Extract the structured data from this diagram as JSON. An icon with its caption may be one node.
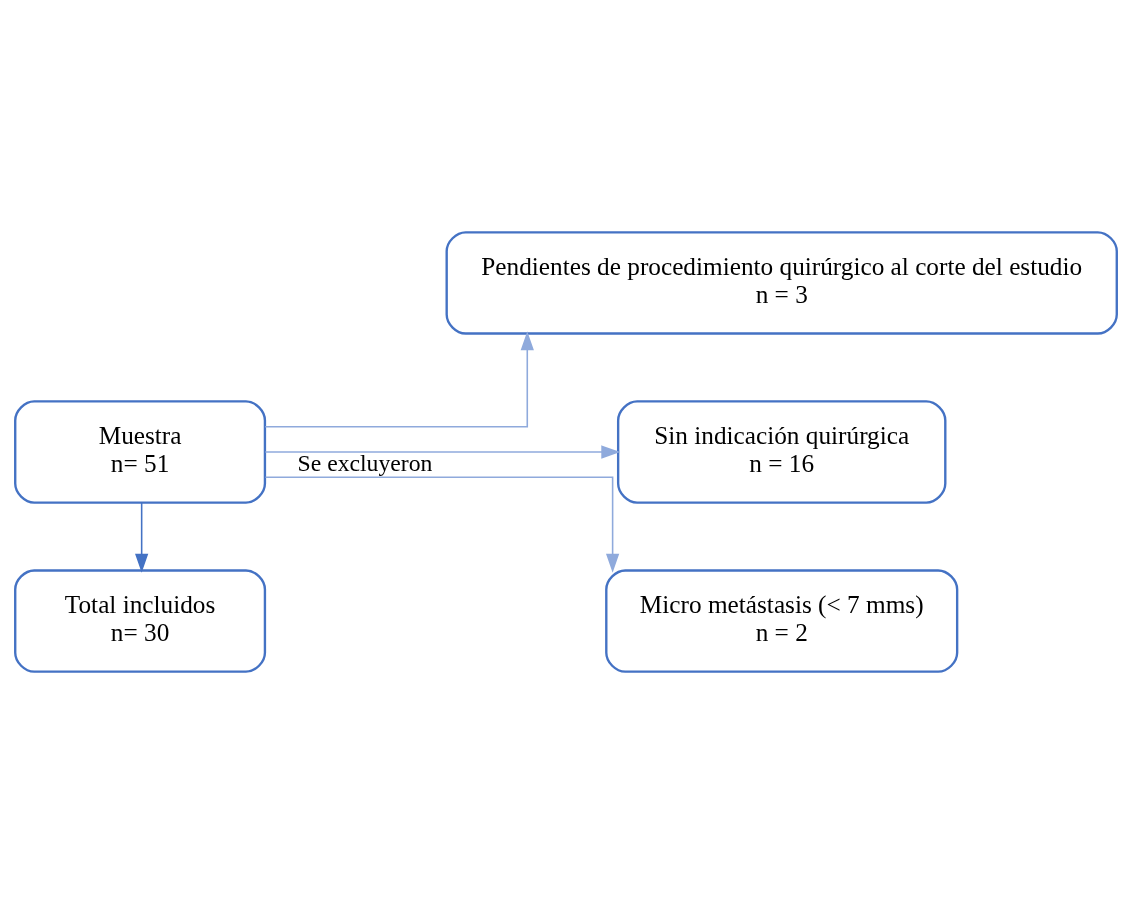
{
  "diagram": {
    "nodes": [
      {
        "text": [
          "Muestra",
          "n= 51"
        ]
      },
      {
        "text": [
          "Pendientes de procedimiento quirúrgico al corte del estudio",
          "n = 3"
        ]
      },
      {
        "text": [
          "Sin indicación quirúrgica",
          "n = 16"
        ]
      },
      {
        "text": [
          "Micro metástasis (< 7 mms)",
          "n = 2"
        ]
      },
      {
        "text": [
          "Total incluidos",
          "n= 30"
        ]
      }
    ],
    "edges": [
      {
        "from": 0,
        "to": 4,
        "arrow": "to",
        "color": "#4472c4"
      },
      {
        "from": 0,
        "to": 1,
        "arrow": "to"
      },
      {
        "from": 0,
        "to": 2,
        "arrow": "to",
        "label": "Se excluyeron"
      },
      {
        "from": 0,
        "to": 3,
        "arrow": "to"
      }
    ]
  }
}
